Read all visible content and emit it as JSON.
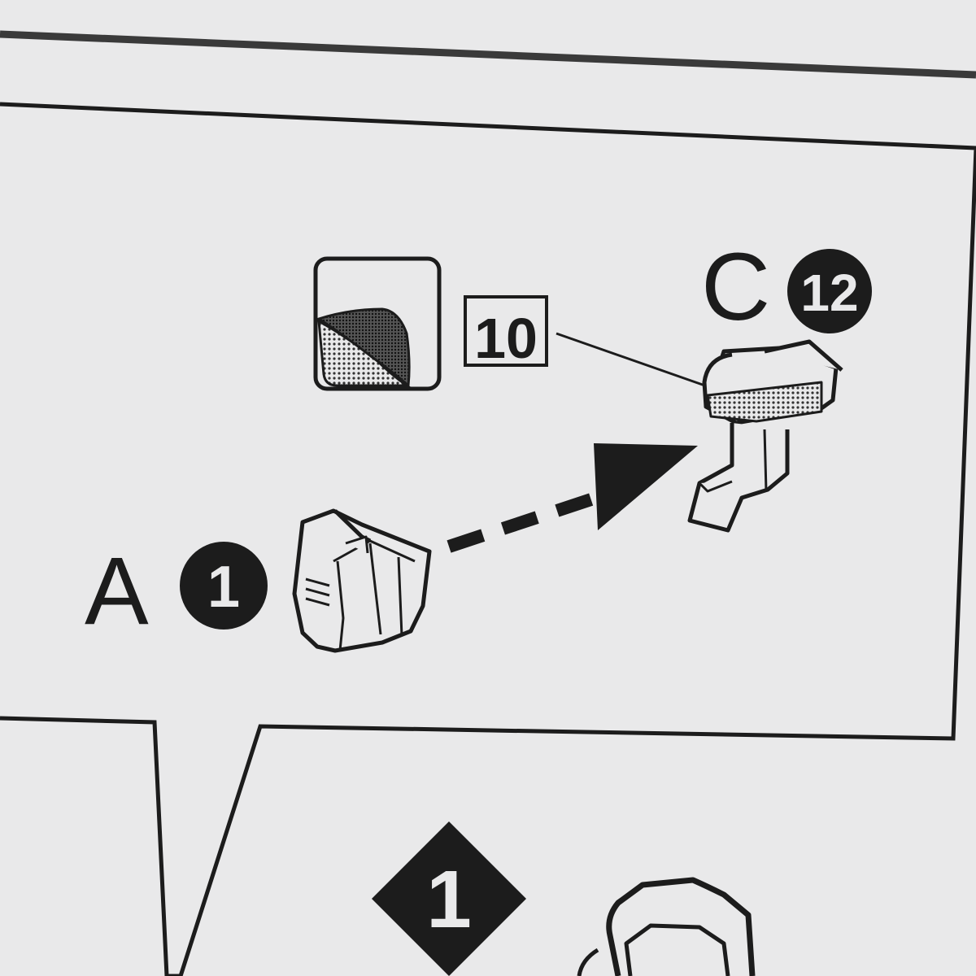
{
  "sticker_number": "10",
  "part_a": {
    "letter": "A",
    "number": "1"
  },
  "part_c": {
    "letter": "C",
    "number": "12"
  },
  "step_number": "1",
  "colors": {
    "paper": "#e9e9ea",
    "ink": "#1c1c1c"
  }
}
